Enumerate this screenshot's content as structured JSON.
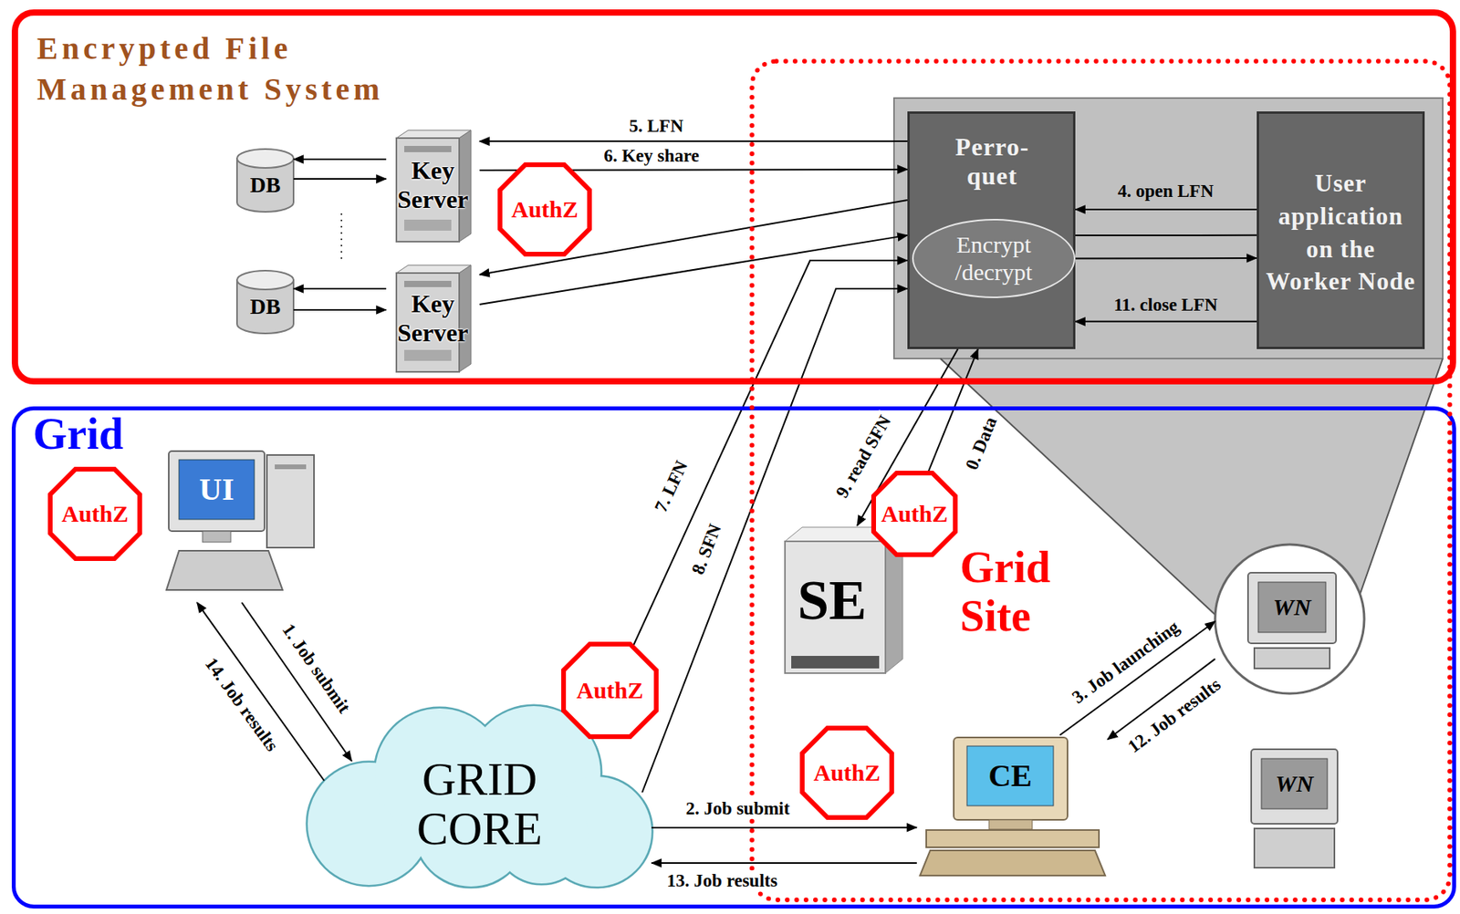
{
  "diagram": {
    "nodes": [
      {
        "text": [
          "Encrypted File Management System"
        ]
      },
      {
        "text": [
          "DB"
        ],
        "in": 0
      },
      {
        "text": [
          "Key Server"
        ],
        "in": 0
      },
      {
        "text": [
          "DB"
        ],
        "in": 0
      },
      {
        "text": [
          "Key Server"
        ],
        "in": 0
      },
      {
        "text": [
          "Perro- quet"
        ],
        "in": 0
      },
      {
        "text": [
          "Encrypt /decrypt"
        ],
        "in": 5
      },
      {
        "text": [
          "User application on the Worker Node"
        ],
        "in": 0
      },
      {
        "text": [
          "Grid"
        ]
      },
      {
        "text": [
          "UI"
        ],
        "in": 8
      },
      {
        "text": [
          "GRID CORE"
        ],
        "in": 8
      },
      {
        "text": [
          "Grid Site"
        ]
      },
      {
        "text": [
          "SE"
        ],
        "in": 11
      },
      {
        "text": [
          "WN"
        ],
        "in": 11
      },
      {
        "text": [
          "CE"
        ],
        "in": 11
      },
      {
        "text": [
          "WN"
        ],
        "in": 11
      }
    ],
    "edges": [
      {
        "from": 2,
        "to": 1,
        "arrow": "to"
      },
      {
        "from": 1,
        "to": 2,
        "arrow": "to"
      },
      {
        "from": 4,
        "to": 3,
        "arrow": "to"
      },
      {
        "from": 3,
        "to": 4,
        "arrow": "to"
      },
      {
        "from": 5,
        "to": 2,
        "label": "5. LFN",
        "arrow": "to"
      },
      {
        "from": 2,
        "to": 5,
        "label": "6. Key share",
        "arrow": "to"
      },
      {
        "from": 5,
        "to": 4,
        "arrow": "to"
      },
      {
        "from": 4,
        "to": 5,
        "arrow": "to"
      },
      {
        "from": 7,
        "to": 5,
        "label": "4. open LFN",
        "arrow": "to"
      },
      {
        "from": 7,
        "to": 6,
        "arrow": "to"
      },
      {
        "from": 6,
        "to": 7,
        "arrow": "to"
      },
      {
        "from": 7,
        "to": 5,
        "label": "11. close LFN",
        "arrow": "to"
      },
      {
        "from": 10,
        "to": 5,
        "label": "7. LFN",
        "arrow": "to"
      },
      {
        "from": 10,
        "to": 5,
        "label": "8. SFN",
        "arrow": "to"
      },
      {
        "from": 5,
        "to": 12,
        "label": "9. read SFN",
        "arrow": "to"
      },
      {
        "from": 12,
        "to": 5,
        "label": "0. Data",
        "arrow": "to"
      },
      {
        "from": 9,
        "to": 10,
        "label": "1. Job submit",
        "arrow": "to"
      },
      {
        "from": 10,
        "to": 9,
        "label": "14. Job results",
        "arrow": "to"
      },
      {
        "from": 10,
        "to": 14,
        "label": "2. Job submit",
        "arrow": "to"
      },
      {
        "from": 14,
        "to": 10,
        "label": "13. Job results",
        "arrow": "to"
      },
      {
        "from": 14,
        "to": 13,
        "label": "3. Job launching",
        "arrow": "to"
      },
      {
        "from": 13,
        "to": 14,
        "label": "12. Job results",
        "arrow": "to"
      }
    ],
    "labels": [
      "AuthZ",
      "AuthZ",
      "AuthZ",
      "AuthZ",
      "AuthZ"
    ]
  }
}
